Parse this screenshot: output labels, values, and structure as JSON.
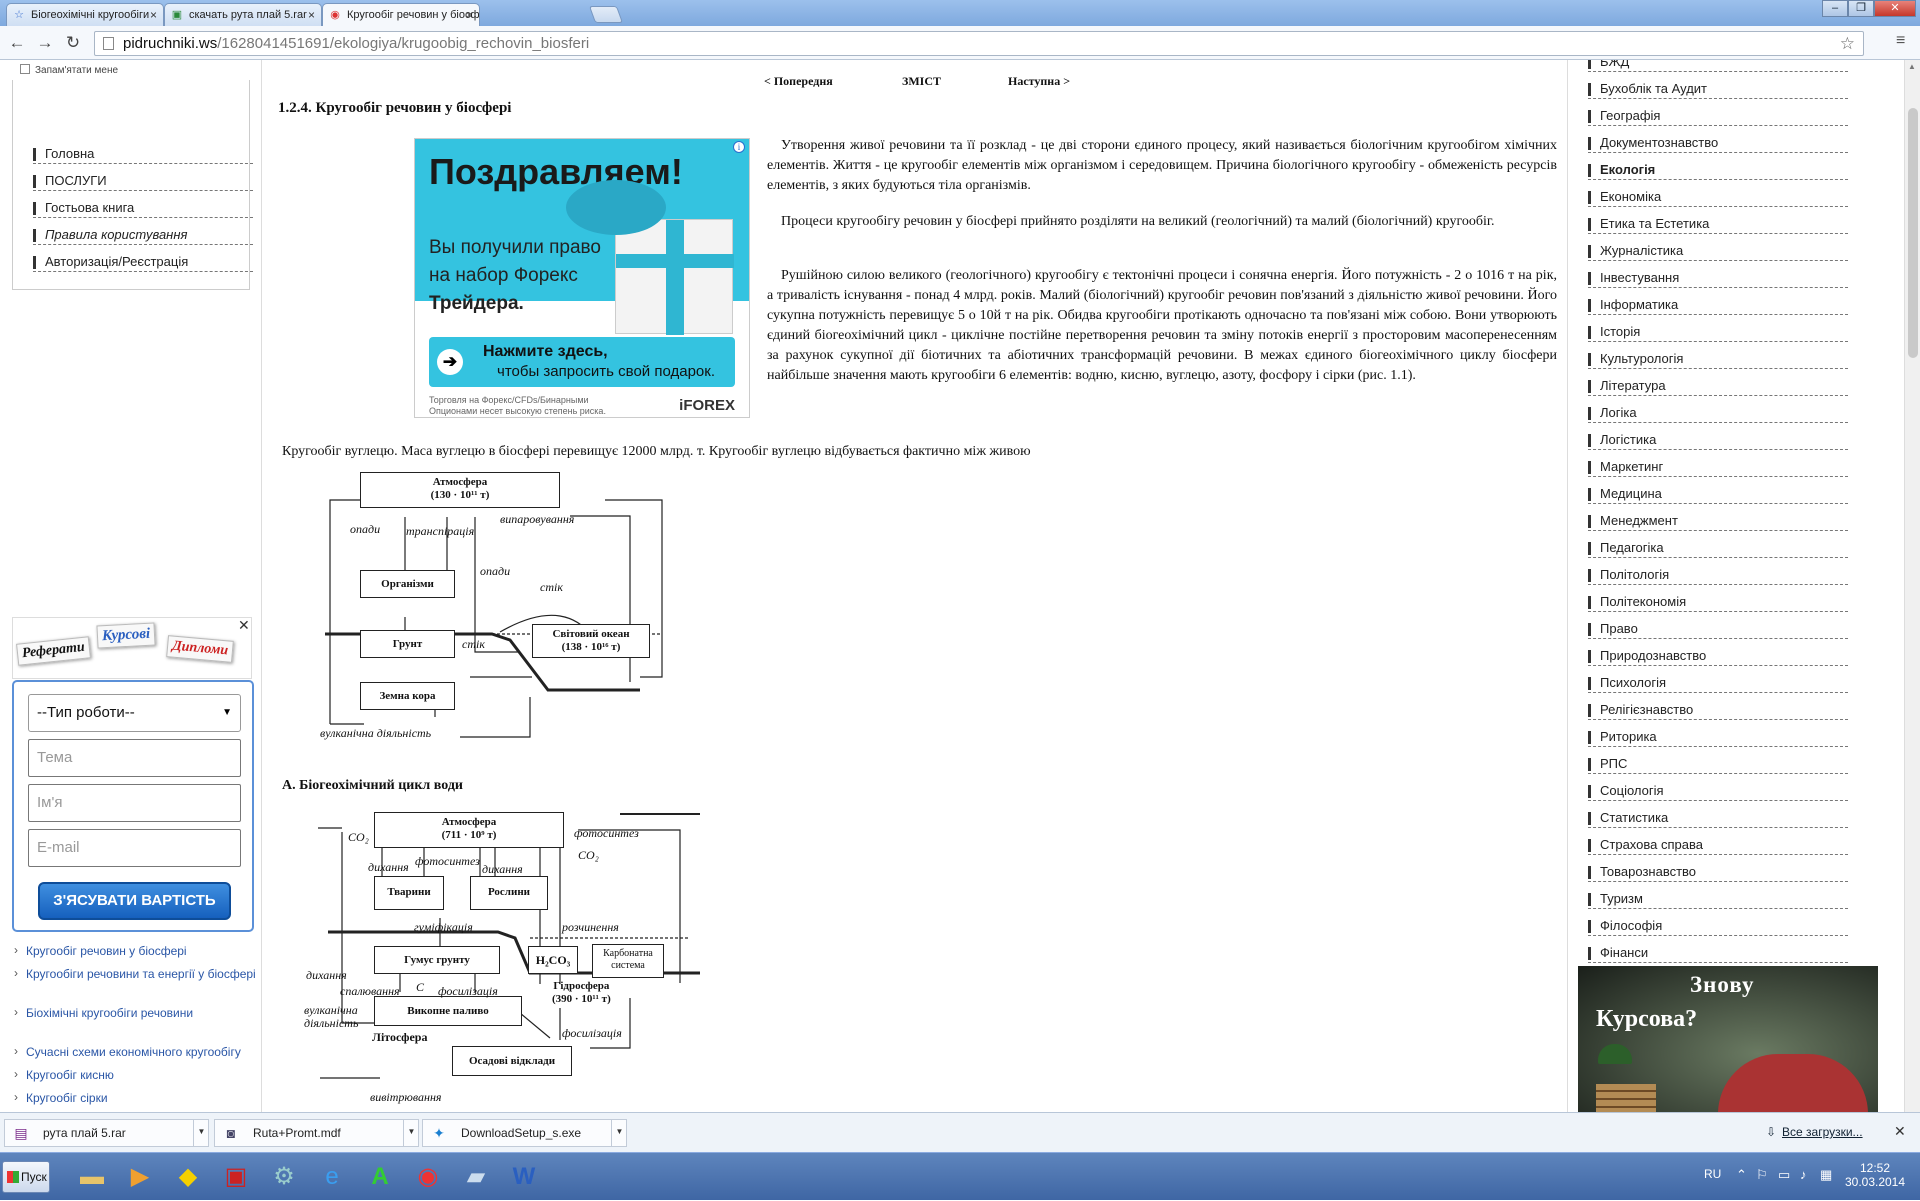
{
  "browser": {
    "tabs": [
      {
        "title": "Біогеохімічні кругообіги",
        "icon": "star-icon"
      },
      {
        "title": "скачать рута плай 5.rar",
        "icon": "download-site-icon"
      },
      {
        "title": "Кругообіг речовин у біосф",
        "icon": "chrome-page-icon"
      }
    ],
    "url_host": "pidruchniki.ws",
    "url_path": "/1628041451691/ekologiya/krugoobig_rechovin_biosferi"
  },
  "left_sidebar": {
    "remember_me": "Запам'ятати мене",
    "menu": [
      "Головна",
      "ПОСЛУГИ",
      "Гостьова книга",
      "Правила користування",
      "Авторизація/Реєстрація"
    ],
    "promo_cards": [
      "Реферати",
      "Курсові",
      "Дипломи"
    ],
    "order_form": {
      "work_type": "--Тип роботи--",
      "topic_placeholder": "Тема",
      "name_placeholder": "Ім'я",
      "email_placeholder": "E-mail",
      "submit": "З'ЯСУВАТИ ВАРТІСТЬ"
    },
    "related_links": [
      "Кругообіг речовин у біосфері",
      "Кругообіги речовини та енергії у біосфері",
      "Біохімічні кругообіги речовини",
      "Сучасні схеми економічного кругообігу",
      "Кругообіг кисню",
      "Кругообіг сірки"
    ]
  },
  "content": {
    "nav": {
      "prev": "< Попередня",
      "toc": "ЗМІСТ",
      "next": "Наступна >"
    },
    "heading": "1.2.4. Кругообіг речовин у біосфері",
    "ad": {
      "headline": "Поздравляем!",
      "line1": "Вы получили право",
      "line2": "на набор Форекс",
      "line3": "Трейдера.",
      "cta1": "Нажмите здесь,",
      "cta2": "чтобы запросить свой подарок.",
      "disclaimer": "Торговля на Форекс/CFDs/Бинарными Опционами несет высокую степень риска.",
      "brand": "iFOREX"
    },
    "paragraphs": [
      "Утворення живої речовини та її розклад - це дві сторони єдиного процесу, який називається біологічним кругообігом хімічних елементів. Життя - це кругообіг елементів між організмом і середовищем. Причина біологічного кругообігу - обмеженість ресурсів елементів, з яких будуються тіла організмів.",
      "Процеси кругообігу речовин у біосфері прийнято розділяти на великий (геологічний) та малий (біологічний) кругообіг.",
      "Рушійною силою великого (геологічного) кругообігу є тектонічні процеси і сонячна енергія. Його потужність - 2 о 1016 т на рік, а тривалість існування - понад 4 млрд. років. Малий (біологічний) кругообіг речовин пов'язаний з діяльністю живої речовини. Його сукупна потужність перевищує 5 о 10й т на рік. Обидва кругообіги протікають одночасно та пов'язані між собою. Вони утворюють єдиний біогеохімічний цикл - циклічне постійне перетворення речовин та зміну потоків енергії з просторовим масоперенесенням за рахунок сукупної дії біотичних та абіотичних трансформацій речовини. В межах єдиного біогеохімічного циклу біосфери найбільше значення мають кругообіги 6 елементів: водню, кисню, вуглецю, азоту, фосфору і сірки (рис. 1.1).",
      "Кругообіг вуглецю. Маса вуглецю в біосфері перевищує 12000 млрд. т. Кругообіг вуглецю відбувається фактично між живою"
    ],
    "fig1": {
      "atmosphere": "Атмосфера",
      "atmosphere_mass": "(130 · 10¹¹ т)",
      "organisms": "Організми",
      "soil": "Грунт",
      "ocean": "Світовий океан",
      "ocean_mass": "(138 · 10¹⁶ т)",
      "crust": "Земна кора",
      "labels": [
        "опади",
        "транспірація",
        "випаровування",
        "опади",
        "стік",
        "стік",
        "вулканічна діяльність"
      ]
    },
    "section_a": "А. Біогеохімічний цикл води",
    "fig2": {
      "atmosphere": "Атмосфера",
      "atmosphere_mass": "(711 · 10⁹ т)",
      "animals": "Тварини",
      "plants": "Рослини",
      "humus": "Гумус грунту",
      "h2co3": "H₂CO₃",
      "carbonate": "Карбонатна система",
      "fuel": "Викопне паливо",
      "hydrosphere": "Гідросфера",
      "hydrosphere_mass": "(390 · 10¹¹ т)",
      "lithosphere": "Літосфера",
      "sediments": "Осадові відклади",
      "labels": [
        "CO₂",
        "фотосинтез",
        "CO₂",
        "дихання",
        "фотосинтез",
        "дихання",
        "гуміфікація",
        "розчинення",
        "дихання",
        "спалювання",
        "C",
        "фосилізація",
        "вулканічна діяльність",
        "фосилізація",
        "вивітрювання"
      ]
    }
  },
  "right_sidebar": {
    "categories": [
      {
        "label": "БЖД",
        "active": false
      },
      {
        "label": "Бухоблік та Аудит",
        "active": false
      },
      {
        "label": "Географія",
        "active": false
      },
      {
        "label": "Документознавство",
        "active": false
      },
      {
        "label": "Екологія",
        "active": true
      },
      {
        "label": "Економіка",
        "active": false
      },
      {
        "label": "Етика та Естетика",
        "active": false
      },
      {
        "label": "Журналістика",
        "active": false
      },
      {
        "label": "Інвестування",
        "active": false
      },
      {
        "label": "Інформатика",
        "active": false
      },
      {
        "label": "Історія",
        "active": false
      },
      {
        "label": "Культурологія",
        "active": false
      },
      {
        "label": "Література",
        "active": false
      },
      {
        "label": "Логіка",
        "active": false
      },
      {
        "label": "Логістика",
        "active": false
      },
      {
        "label": "Маркетинг",
        "active": false
      },
      {
        "label": "Медицина",
        "active": false
      },
      {
        "label": "Менеджмент",
        "active": false
      },
      {
        "label": "Педагогіка",
        "active": false
      },
      {
        "label": "Політологія",
        "active": false
      },
      {
        "label": "Політекономія",
        "active": false
      },
      {
        "label": "Право",
        "active": false
      },
      {
        "label": "Природознавство",
        "active": false
      },
      {
        "label": "Психологія",
        "active": false
      },
      {
        "label": "Релігієзнавство",
        "active": false
      },
      {
        "label": "Риторика",
        "active": false
      },
      {
        "label": "РПС",
        "active": false
      },
      {
        "label": "Соціологія",
        "active": false
      },
      {
        "label": "Статистика",
        "active": false
      },
      {
        "label": "Страхова справа",
        "active": false
      },
      {
        "label": "Товарознавство",
        "active": false
      },
      {
        "label": "Туризм",
        "active": false
      },
      {
        "label": "Філософія",
        "active": false
      },
      {
        "label": "Фінанси",
        "active": false
      }
    ],
    "banner": {
      "line1": "Знову",
      "line2": "Курсова?"
    }
  },
  "downloads": {
    "items": [
      {
        "name": "рута плай 5.rar",
        "icon": "rar-archive-icon"
      },
      {
        "name": "Ruta+Promt.mdf",
        "icon": "disc-image-icon"
      },
      {
        "name": "DownloadSetup_s.exe",
        "icon": "installer-icon"
      }
    ],
    "show_all": "Все загрузки..."
  },
  "taskbar": {
    "start": "Пуск",
    "language": "RU",
    "time": "12:52",
    "date": "30.03.2014"
  }
}
